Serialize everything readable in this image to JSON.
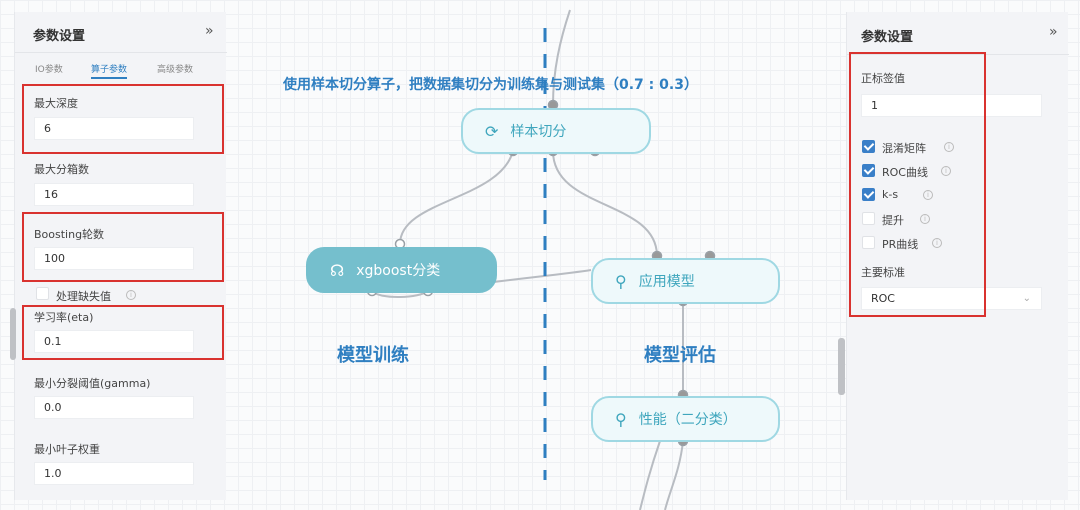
{
  "left_panel": {
    "title": "参数设置",
    "collapse": "»",
    "tabs": [
      "IO参数",
      "算子参数",
      "高级参数"
    ],
    "fields": [
      {
        "label": "最大深度",
        "value": "6"
      },
      {
        "label": "最大分箱数",
        "value": "16"
      },
      {
        "label": "Boosting轮数",
        "value": "100"
      },
      {
        "label": "学习率(eta)",
        "value": "0.1"
      },
      {
        "label": "最小分裂阈值(gamma)",
        "value": "0.0"
      },
      {
        "label": "最小叶子权重",
        "value": "1.0"
      }
    ],
    "checkbox_missing": "处理缺失值"
  },
  "canvas": {
    "annotation": "使用样本切分算子，把数据集切分为训练集与测试集（0.7 : 0.3）",
    "nodes": {
      "split": "样本切分",
      "xgboost": "xgboost分类",
      "apply": "应用模型",
      "perf": "性能（二分类）"
    },
    "train_label": "模型训练",
    "eval_label": "模型评估"
  },
  "right_panel": {
    "title": "参数设置",
    "collapse": "»",
    "positive_label": "正标签值",
    "positive_value": "1",
    "checks": [
      {
        "label": "混淆矩阵",
        "checked": true
      },
      {
        "label": "ROC曲线",
        "checked": true
      },
      {
        "label": "k-s",
        "checked": true
      },
      {
        "label": "提升",
        "checked": false
      },
      {
        "label": "PR曲线",
        "checked": false
      }
    ],
    "main_metric_label": "主要标准",
    "main_metric_value": "ROC"
  },
  "colors": {
    "accent": "#2f7fc1",
    "highlight": "#d9322f",
    "node": "#75bfcd"
  }
}
